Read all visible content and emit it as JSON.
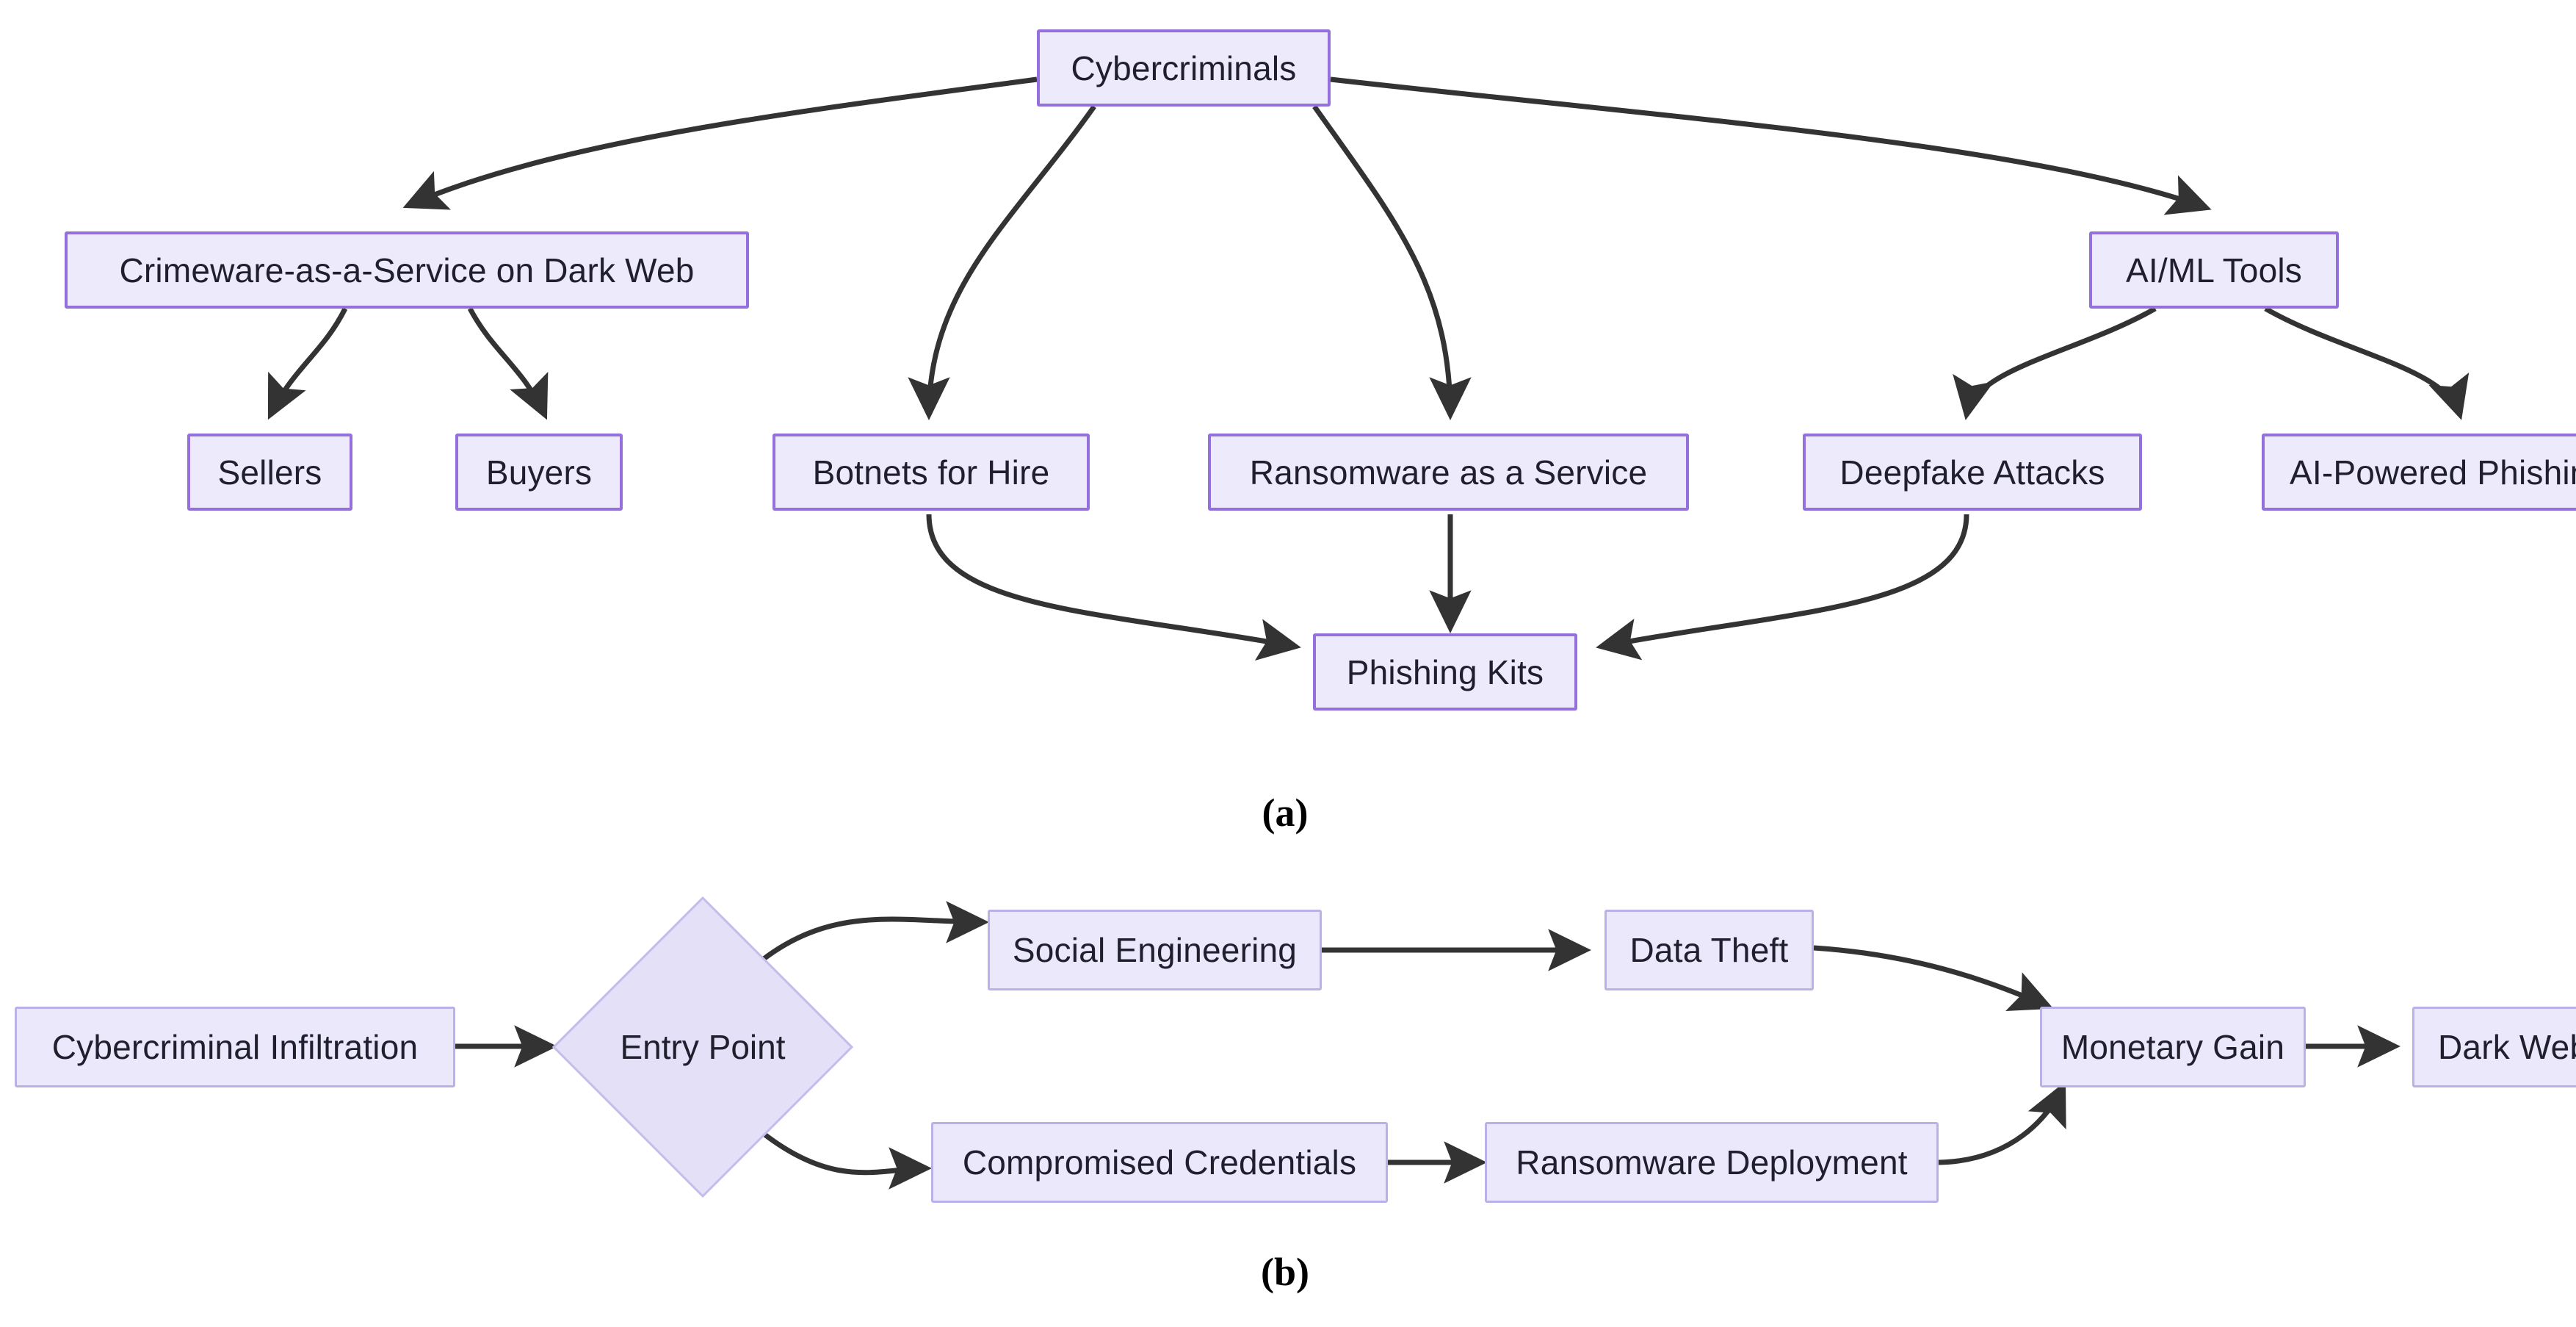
{
  "figure": {
    "panels": [
      {
        "id": "a",
        "caption": "(a)",
        "nodes": [
          {
            "key": "cybercriminals",
            "label": "Cybercriminals"
          },
          {
            "key": "crimeware",
            "label": "Crimeware-as-a-Service on Dark Web"
          },
          {
            "key": "aiml",
            "label": "AI/ML Tools"
          },
          {
            "key": "sellers",
            "label": "Sellers"
          },
          {
            "key": "buyers",
            "label": "Buyers"
          },
          {
            "key": "botnets",
            "label": "Botnets for Hire"
          },
          {
            "key": "raas",
            "label": "Ransomware as a Service"
          },
          {
            "key": "deepfake",
            "label": "Deepfake Attacks"
          },
          {
            "key": "aiphishing",
            "label": "AI-Powered Phishing"
          },
          {
            "key": "phishingkits",
            "label": "Phishing Kits"
          }
        ],
        "edges": [
          {
            "from": "cybercriminals",
            "to": "crimeware"
          },
          {
            "from": "cybercriminals",
            "to": "botnets"
          },
          {
            "from": "cybercriminals",
            "to": "raas"
          },
          {
            "from": "cybercriminals",
            "to": "aiml"
          },
          {
            "from": "crimeware",
            "to": "sellers"
          },
          {
            "from": "crimeware",
            "to": "buyers"
          },
          {
            "from": "aiml",
            "to": "deepfake"
          },
          {
            "from": "aiml",
            "to": "aiphishing"
          },
          {
            "from": "botnets",
            "to": "phishingkits"
          },
          {
            "from": "raas",
            "to": "phishingkits"
          },
          {
            "from": "deepfake",
            "to": "phishingkits"
          }
        ]
      },
      {
        "id": "b",
        "caption": "(b)",
        "nodes": [
          {
            "key": "infiltration",
            "label": "Cybercriminal Infiltration"
          },
          {
            "key": "entrypoint",
            "label": "Entry Point"
          },
          {
            "key": "social",
            "label": "Social Engineering"
          },
          {
            "key": "datatheft",
            "label": "Data Theft"
          },
          {
            "key": "credentials",
            "label": "Compromised Credentials"
          },
          {
            "key": "ransomdeploy",
            "label": "Ransomware Deployment"
          },
          {
            "key": "monetary",
            "label": "Monetary Gain"
          },
          {
            "key": "darkweb",
            "label": "Dark Web"
          }
        ],
        "edges": [
          {
            "from": "infiltration",
            "to": "entrypoint"
          },
          {
            "from": "entrypoint",
            "to": "social"
          },
          {
            "from": "entrypoint",
            "to": "credentials"
          },
          {
            "from": "social",
            "to": "datatheft"
          },
          {
            "from": "credentials",
            "to": "ransomdeploy"
          },
          {
            "from": "datatheft",
            "to": "monetary"
          },
          {
            "from": "ransomdeploy",
            "to": "monetary"
          },
          {
            "from": "monetary",
            "to": "darkweb"
          }
        ]
      }
    ]
  },
  "colors": {
    "node_fill": "#ECEAFB",
    "node_border": "#9370DB",
    "node_border_soft": "#b8b2e8",
    "diamond_fill": "#E3E0F8",
    "edge": "#333333",
    "text": "#1f1f2e",
    "background": "#ffffff"
  }
}
